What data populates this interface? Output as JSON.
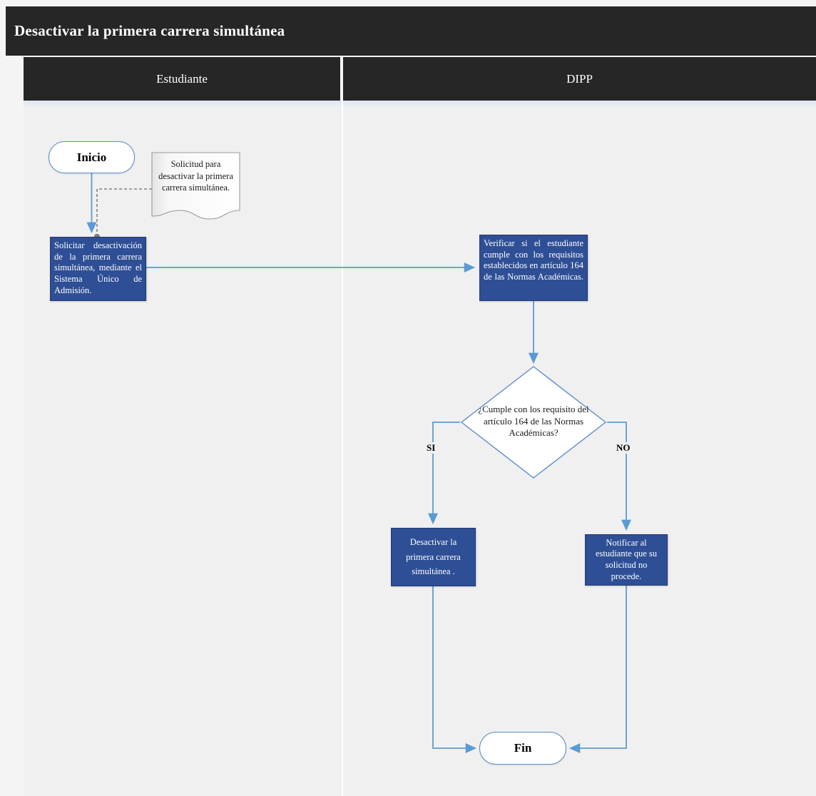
{
  "document": {
    "title": "Desactivar la primera carrera simultánea"
  },
  "lanes": [
    {
      "name": "estudiante",
      "label": "Estudiante"
    },
    {
      "name": "dipp",
      "label": "DIPP"
    }
  ],
  "colors": {
    "title_bar": "#262626",
    "lane_header": "#262626",
    "lane_body": "#f0f0f0",
    "process_fill": "#2e4f95",
    "process_border": "#21386c",
    "connector": "#5b9bd5",
    "terminator_border": "#5b8fc9",
    "annotation_line": "#7f7f7f",
    "page_background": "#f4f4f4"
  },
  "chart_data": {
    "type": "diagram",
    "subtype": "swimlane-flowchart",
    "title": "Desactivar la primera carrera simultánea",
    "lanes": [
      "Estudiante",
      "DIPP"
    ],
    "nodes": [
      {
        "id": "inicio",
        "lane": "Estudiante",
        "shape": "terminator",
        "label": "Inicio"
      },
      {
        "id": "nota",
        "lane": "Estudiante",
        "shape": "document-annotation",
        "label": "Solicitud para desactivar la primera carrera simultánea."
      },
      {
        "id": "solicitar",
        "lane": "Estudiante",
        "shape": "process",
        "label": "Solicitar desactivación de la primera carrera simultánea, mediante el Sistema Único de Admisión."
      },
      {
        "id": "verificar",
        "lane": "DIPP",
        "shape": "process",
        "label": "Verificar si el estudiante cumple con los requisitos establecidos en artículo 164 de las Normas Académicas."
      },
      {
        "id": "decision",
        "lane": "DIPP",
        "shape": "decision",
        "label": "¿Cumple con los requisito del artículo 164 de las Normas Académicas?"
      },
      {
        "id": "desactivar",
        "lane": "DIPP",
        "shape": "process",
        "label": "Desactivar la primera carrera simultánea ."
      },
      {
        "id": "notificar",
        "lane": "DIPP",
        "shape": "process",
        "label": "Notificar al estudiante que su solicitud no procede."
      },
      {
        "id": "fin",
        "lane": "DIPP",
        "shape": "terminator",
        "label": "Fin"
      }
    ],
    "edges": [
      {
        "from": "inicio",
        "to": "solicitar",
        "label": ""
      },
      {
        "from": "nota",
        "to": "solicitar",
        "label": "",
        "style": "dashed-annotation"
      },
      {
        "from": "solicitar",
        "to": "verificar",
        "label": ""
      },
      {
        "from": "verificar",
        "to": "decision",
        "label": ""
      },
      {
        "from": "decision",
        "to": "desactivar",
        "label": "SI"
      },
      {
        "from": "decision",
        "to": "notificar",
        "label": "NO"
      },
      {
        "from": "desactivar",
        "to": "fin",
        "label": ""
      },
      {
        "from": "notificar",
        "to": "fin",
        "label": ""
      }
    ]
  },
  "nodes": {
    "inicio": {
      "label": "Inicio"
    },
    "nota": {
      "label": "Solicitud para desactivar la primera carrera simultánea."
    },
    "solicitar": {
      "label": "Solicitar desactivación de la primera carrera simultánea, mediante el Sistema Único de Admisión."
    },
    "verificar": {
      "label": "Verificar si el estudiante cumple con los requisitos establecidos en   artículo 164 de las Normas Académicas."
    },
    "decision": {
      "label": "¿Cumple con los requisito del artículo 164 de las Normas Académicas?"
    },
    "desactivar": {
      "label": "Desactivar la primera carrera simultánea ."
    },
    "notificar": {
      "label": "Notificar al estudiante que su solicitud no procede."
    },
    "fin": {
      "label": "Fin"
    }
  },
  "branch_labels": {
    "si": "SI",
    "no": "NO"
  }
}
